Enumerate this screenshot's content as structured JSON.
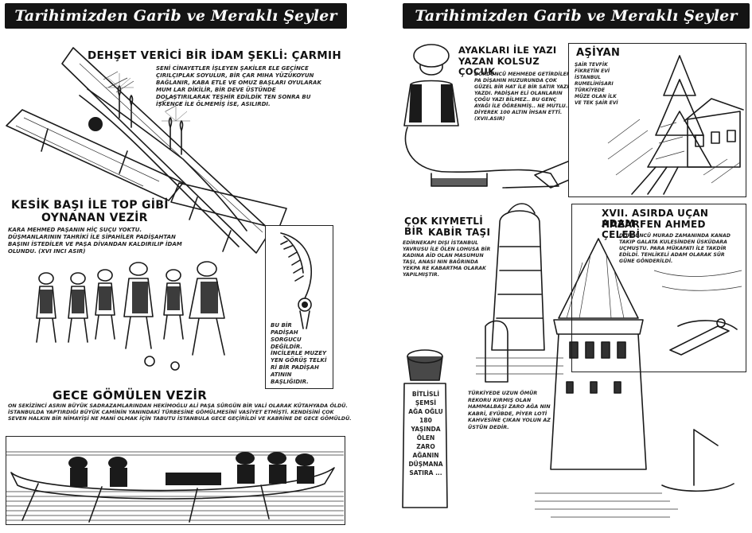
{
  "left_page": {
    "banner": "Tarihimizden Garib ve Meraklı Şeyler",
    "carmih": {
      "title": "DEHŞET VERİCİ BİR İDAM ŞEKLİ: ÇARMIH",
      "text": "SENİ CİNAYETLER İŞLEYEN ŞAKİLER ELE GEÇİNCE ÇIRILÇIPLAK SOYULUR, BİR ÇAR MIHA YÜZÜKOYUN BAĞLANIR, KABA ETLE VE OMUZ BAŞLARI OYULARAK MUM LAR DİKİLİR, BİR DEVE ÜSTÜNDE DOLAŞTIRILARAK TEŞHİR EDİLDİK TEN SONRA BU İŞKENCE İLE ÖLMEMİŞ İSE, ASILIRDI."
    },
    "vezir": {
      "title_line1": "KESİK BAŞI İLE TOP GİBİ",
      "title_line2": "OYNANAN VEZİR",
      "text": "KARA MEHMED PAŞANIN HİÇ SUÇU YOKTU. DÜŞMANLARININ TAHRİKİ İLE SİPAHİLER PADİŞAHTAN BAŞINI İSTEDİLER VE PAŞA DİVANDAN KALDIRILIP İDAM OLUNDU. (XVI ıncı ASIR)"
    },
    "sorguc": {
      "label1": "BU BİR PADİŞAH SORGUCU DEĞİLDİR.",
      "label2": "İNCİLERLE MUZEY YEN GÖRÜŞ TELKİ Rİ BİR PADİŞAH ATININ BAŞLIĞIDIR."
    },
    "gece": {
      "title": "GECE GÖMÜLEN VEZİR",
      "text": "ON SEKİZİNCİ ASRIN BÜYÜK SADRAZAMLARINDAN HEKİMOĞLU ALİ PAŞA SÜRGÜN BİR VALİ OLARAK KÜTAHYADA ÖLDÜ. İSTANBULDA YAPTIRDIĞI BÜYÜK CAMİNİN YANINDAKİ TÜRBESİNE GÖMÜLMESİNİ VASİYET ETMİŞTİ. KENDİSİNİ ÇOK SEVEN HALKIN BİR NİMAYİŞİ NE MANİ OLMAK İÇİN TABUTU İSTANBULA GECE GEÇİRİLDİ VE KABRİNE DE GECE GÖMÜLDÜ."
    }
  },
  "right_page": {
    "banner": "Tarihimizden Garib ve Meraklı Şeyler",
    "kolsuz": {
      "title_line1": "AYAKLARI İLE YAZI",
      "title_line2": "YAZAN KOLSUZ ÇOCUK",
      "text": "DÖRDÜNCÜ MEHMEDE GETİRDİLER PA DİŞAHIN HUZURUNDA ÇOK GÜZEL BİR HAT İLE BİR SATIR YAZI YAZDI. PADİŞAH ELİ OLANLARIN ÇOĞU YAZI BİLMEZ.. BU GENÇ AYAĞI İLE ÖĞRENMİŞ.. NE MUTLU.. DİYEREK 100 ALTIN İHSAN ETTİ. (XVII.ASIR)"
    },
    "asiyan": {
      "title": "AŞİYAN",
      "text": "ŞAİR TEVFİK FİKRETİN EVİ İSTANBUL RUMELİHİSARI TÜRKİYEDE MÜZE OLAN İLK VE TEK ŞAİR EVİ"
    },
    "kabir": {
      "title_line1": "ÇOK KIYMETLİ BİR",
      "title_line2": "KABİR TAŞI",
      "text": "EDİRNEKAPI DIŞI İSTANBUL YAVRUSU İLE ÖLEN LOHUSA BİR KADINA AİD OLAN MASUMUN TAŞI, ANASI NIN BAĞRINDA YEKPA RE KABARTMA OLARAK YAPILMIŞTIR."
    },
    "hazarfen": {
      "title_line1": "XVII. ASIRDA UÇAN ADAM",
      "title_line2": "HAZARFEN AHMED ÇELEBİ",
      "text": "DÖRDÜNCÜ MURAD ZAMANINDA KANAD TAKIP GALATA KULESİNDEN ÜSKÜDARA UÇMUŞTU. PARA MÜKAFATI İLE TAKDİR EDİLDİ. TEHLİKELİ ADAM OLARAK SÜR GÜNE GÖNDERİLDİ."
    },
    "bitlisli": {
      "text": "BİTLİSLİ ŞEMSİ AĞA OĞLU 180 YAŞINDA ÖLEN ZARO AĞANIN DÜŞMANA SATIRA ..."
    },
    "uzun_omur": {
      "text": "TÜRKİYEDE UZUN ÖMÜR REKORU KIRMIŞ OLAN HAMMALBAŞI ZARO AĞA NIN KABRİ, EYÜBDE, PİYER LOTİ KAHVESİNE ÇIKAN YOLUN AZ ÜSTÜN DEDİR."
    }
  }
}
